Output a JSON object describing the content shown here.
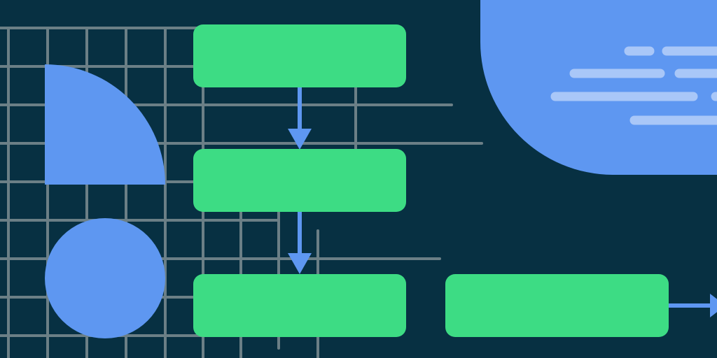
{
  "colors": {
    "background": "#073042",
    "grid_line": "#6b7f86",
    "flow_box": "#3ddc84",
    "accent_blue": "#5e97f1",
    "text_placeholder_line": "#a9c7f8"
  },
  "diagram": {
    "flow_boxes": [
      {
        "id": "box-1",
        "label": ""
      },
      {
        "id": "box-2",
        "label": ""
      },
      {
        "id": "box-3",
        "label": ""
      },
      {
        "id": "box-4",
        "label": ""
      }
    ],
    "connections": [
      {
        "from": "box-1",
        "to": "box-2"
      },
      {
        "from": "box-2",
        "to": "box-3"
      },
      {
        "from": "box-4",
        "to": "offscreen"
      }
    ],
    "decorations": [
      "quarter-circle",
      "circle",
      "speech-bubble",
      "grid"
    ]
  }
}
